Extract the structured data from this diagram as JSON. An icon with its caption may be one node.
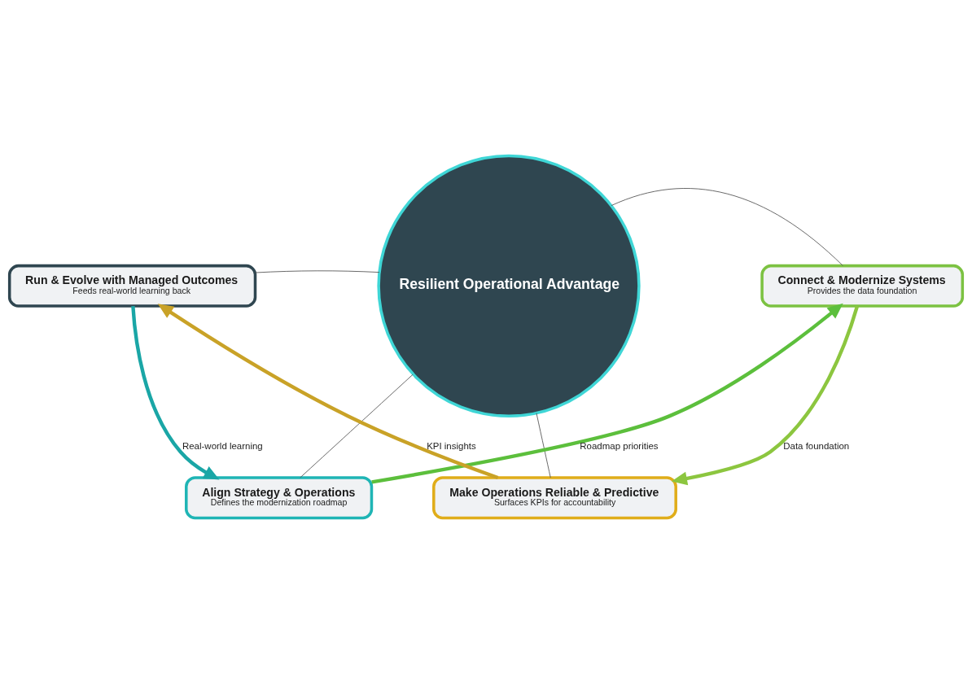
{
  "diagram": {
    "nodes": [
      {
        "text": [
          "Resilient Operational Advantage"
        ]
      },
      {
        "text": [
          "Align Strategy & Operations",
          "Defines the modernization roadmap"
        ]
      },
      {
        "text": [
          "Connect & Modernize Systems",
          "Provides the data foundation"
        ]
      },
      {
        "text": [
          "Make Operations Reliable & Predictive",
          "Surfaces KPIs for accountability"
        ]
      },
      {
        "text": [
          "Run & Evolve with Managed Outcomes",
          "Feeds real-world learning back"
        ]
      }
    ],
    "edges": [
      {
        "from": 1,
        "to": 2,
        "arrow": "to",
        "label": "Roadmap priorities",
        "style": "thick",
        "color": "#5cbf3c"
      },
      {
        "from": 2,
        "to": 3,
        "arrow": "to",
        "label": "Data foundation",
        "style": "thick",
        "color": "#8cc63f"
      },
      {
        "from": 3,
        "to": 4,
        "arrow": "to",
        "label": "KPI insights",
        "style": "thick",
        "color": "#c9a227"
      },
      {
        "from": 4,
        "to": 1,
        "arrow": "to",
        "label": "Real-world learning",
        "style": "thick",
        "color": "#1aa6a6"
      },
      {
        "from": 1,
        "to": 0,
        "arrow": "none"
      },
      {
        "from": 4,
        "to": 0,
        "arrow": "none"
      },
      {
        "from": 0,
        "to": 2,
        "arrow": "none"
      },
      {
        "from": 0,
        "to": 3,
        "arrow": "none"
      }
    ]
  }
}
